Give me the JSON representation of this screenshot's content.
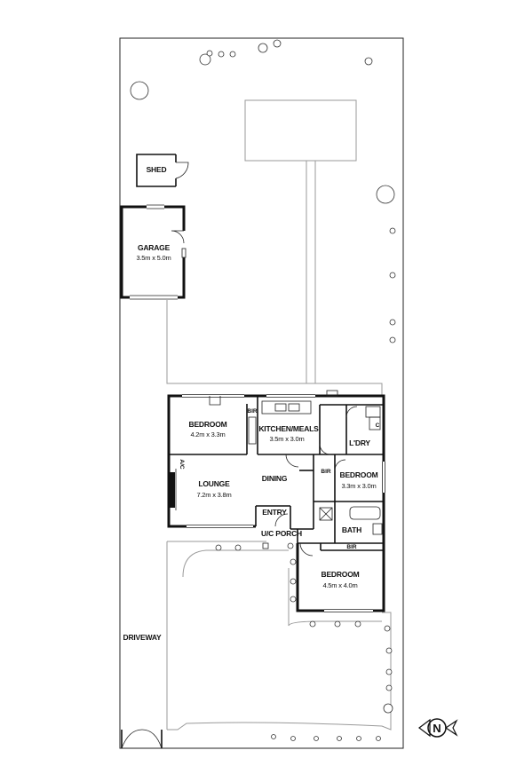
{
  "plan": {
    "rooms": {
      "shed": {
        "name": "SHED"
      },
      "garage": {
        "name": "GARAGE",
        "size": "3.5m x 5.0m"
      },
      "bedroom1": {
        "name": "BEDROOM",
        "size": "4.2m x 3.3m"
      },
      "kitchen": {
        "name": "KITCHEN/MEALS",
        "size": "3.5m x 3.0m"
      },
      "laundry": {
        "name": "L'DRY"
      },
      "lounge": {
        "name": "LOUNGE",
        "size": "7.2m x 3.8m"
      },
      "dining": {
        "name": "DINING"
      },
      "bedroom2": {
        "name": "BEDROOM",
        "size": "3.3m x 3.0m"
      },
      "entry": {
        "name": "ENTRY"
      },
      "porch": {
        "name": "U/C PORCH"
      },
      "bath": {
        "name": "BATH"
      },
      "bedroom3": {
        "name": "BEDROOM",
        "size": "4.5m x 4.0m"
      }
    },
    "robes": {
      "bir1": "BIR",
      "bir2": "BIR",
      "bir3": "BIR"
    },
    "fixtures": {
      "ac": "A/C",
      "c": "C"
    },
    "driveway": "DRIVEWAY",
    "compass": "N"
  }
}
